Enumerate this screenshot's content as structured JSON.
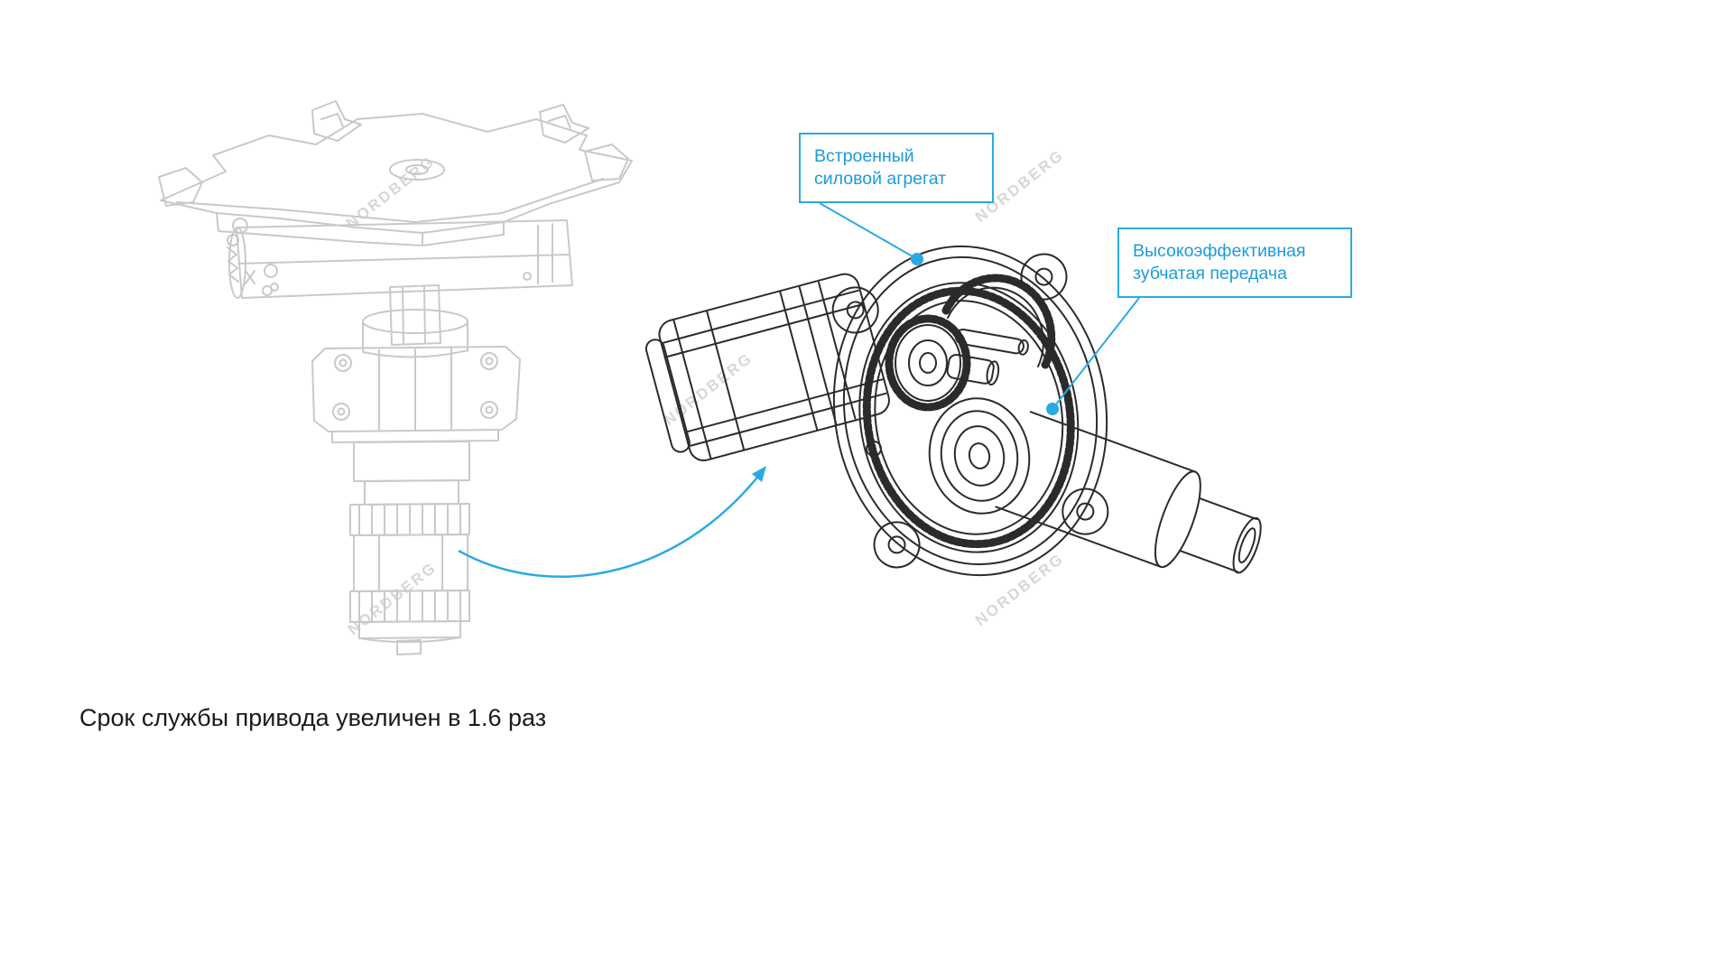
{
  "diagram": {
    "caption": "Срок службы привода увеличен в 1.6 раз",
    "watermark": "NORDBERG",
    "callouts": {
      "power_unit": {
        "line1": "Встроенный",
        "line2": "силовой агрегат"
      },
      "gear_transmission": {
        "line1": "Высокоэффективная",
        "line2": "зубчатая передача"
      }
    },
    "colors": {
      "accent_blue": "#29abe2",
      "callout_text_blue": "#1b9cd8",
      "drawing_dark": "#2b2b2e",
      "drawing_light": "#c9c9c9",
      "watermark_gray": "#d7d7d7",
      "caption_black": "#1a1a1a",
      "background": "#ffffff"
    }
  }
}
